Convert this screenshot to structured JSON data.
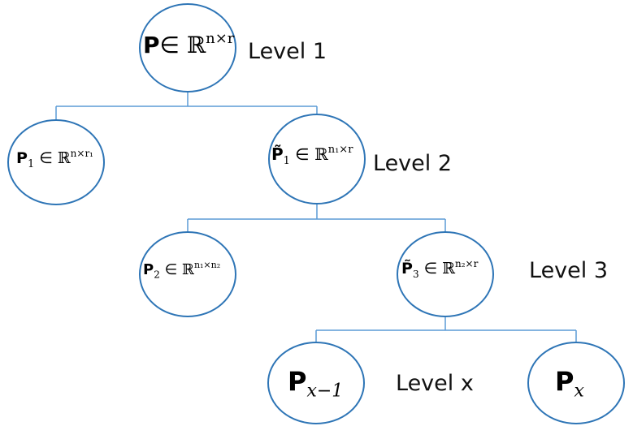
{
  "colors": {
    "node_stroke": "#2e75b6",
    "edge": "#5b9bd5"
  },
  "levels": {
    "l1": "Level 1",
    "l2": "Level 2",
    "l3": "Level 3",
    "lx": "Level x"
  },
  "nodes": {
    "root": {
      "base": "P",
      "sym": "∈ ",
      "set": "ℝ",
      "sup": "n×r"
    },
    "p1": {
      "base": "P",
      "sub": "1",
      "sym": " ∈ ",
      "set": "ℝ",
      "sup": "n×r₁"
    },
    "pt1": {
      "base": "P̃",
      "sub": "1",
      "sym": " ∈ ",
      "set": "ℝ",
      "sup": "n₁×r"
    },
    "p2": {
      "base": "P",
      "sub": "2",
      "sym": " ∈ ",
      "set": "ℝ",
      "sup": "n₁×n₂"
    },
    "pt3": {
      "base": "P̃",
      "sub": "3",
      "sym": " ∈ ",
      "set": "ℝ",
      "sup": "n₂×r"
    },
    "pxm1": {
      "base": "P",
      "sub": "x−1"
    },
    "px": {
      "base": "P",
      "sub": "x"
    }
  }
}
